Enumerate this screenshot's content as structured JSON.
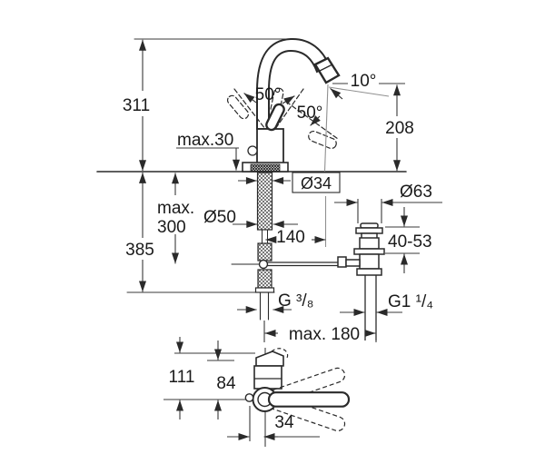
{
  "drawing": {
    "title": "faucet-installation-dimension-drawing",
    "background": "#ffffff",
    "line_color": "#2a2a2a",
    "construction_line_color": "#909090",
    "text_color": "#1a1a1a",
    "labels": {
      "dim_311": "311",
      "dim_max30": "max.30",
      "angle_swivel": "50°",
      "angle_lever": "50°",
      "angle_spout": "10°",
      "dim_208": "208",
      "dim_hole": "Ø34",
      "dim_max300_line1": "max.",
      "dim_max300_line2": "300",
      "dim_base": "Ø50",
      "dim_140": "140",
      "dim_waste_flange": "Ø63",
      "dim_4053": "40-53",
      "dim_385": "385",
      "thread_supply": "G ³/₈",
      "thread_waste": "G1 ¹/₄",
      "dim_max180": "max. 180",
      "dim_111": "111",
      "dim_84": "84",
      "dim_34": "34"
    }
  }
}
